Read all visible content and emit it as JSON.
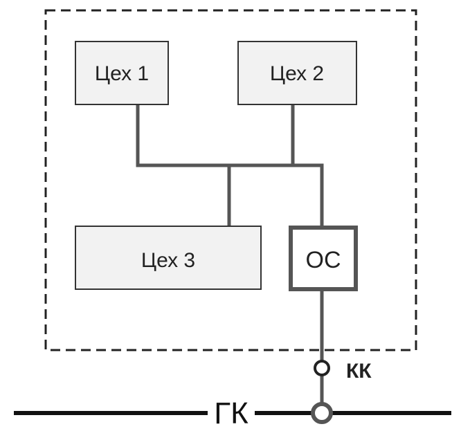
{
  "diagram": {
    "boxes": {
      "workshop1": "Цех 1",
      "workshop2": "Цех 2",
      "workshop3": "Цех 3",
      "os": "ОС"
    },
    "labels": {
      "kk": "КК",
      "gk": "ГК"
    },
    "colors": {
      "box_fill": "#f2f2f2",
      "box_stroke": "#333333",
      "connector": "#555555",
      "dashed_border": "#222222",
      "main_line": "#111111"
    }
  }
}
